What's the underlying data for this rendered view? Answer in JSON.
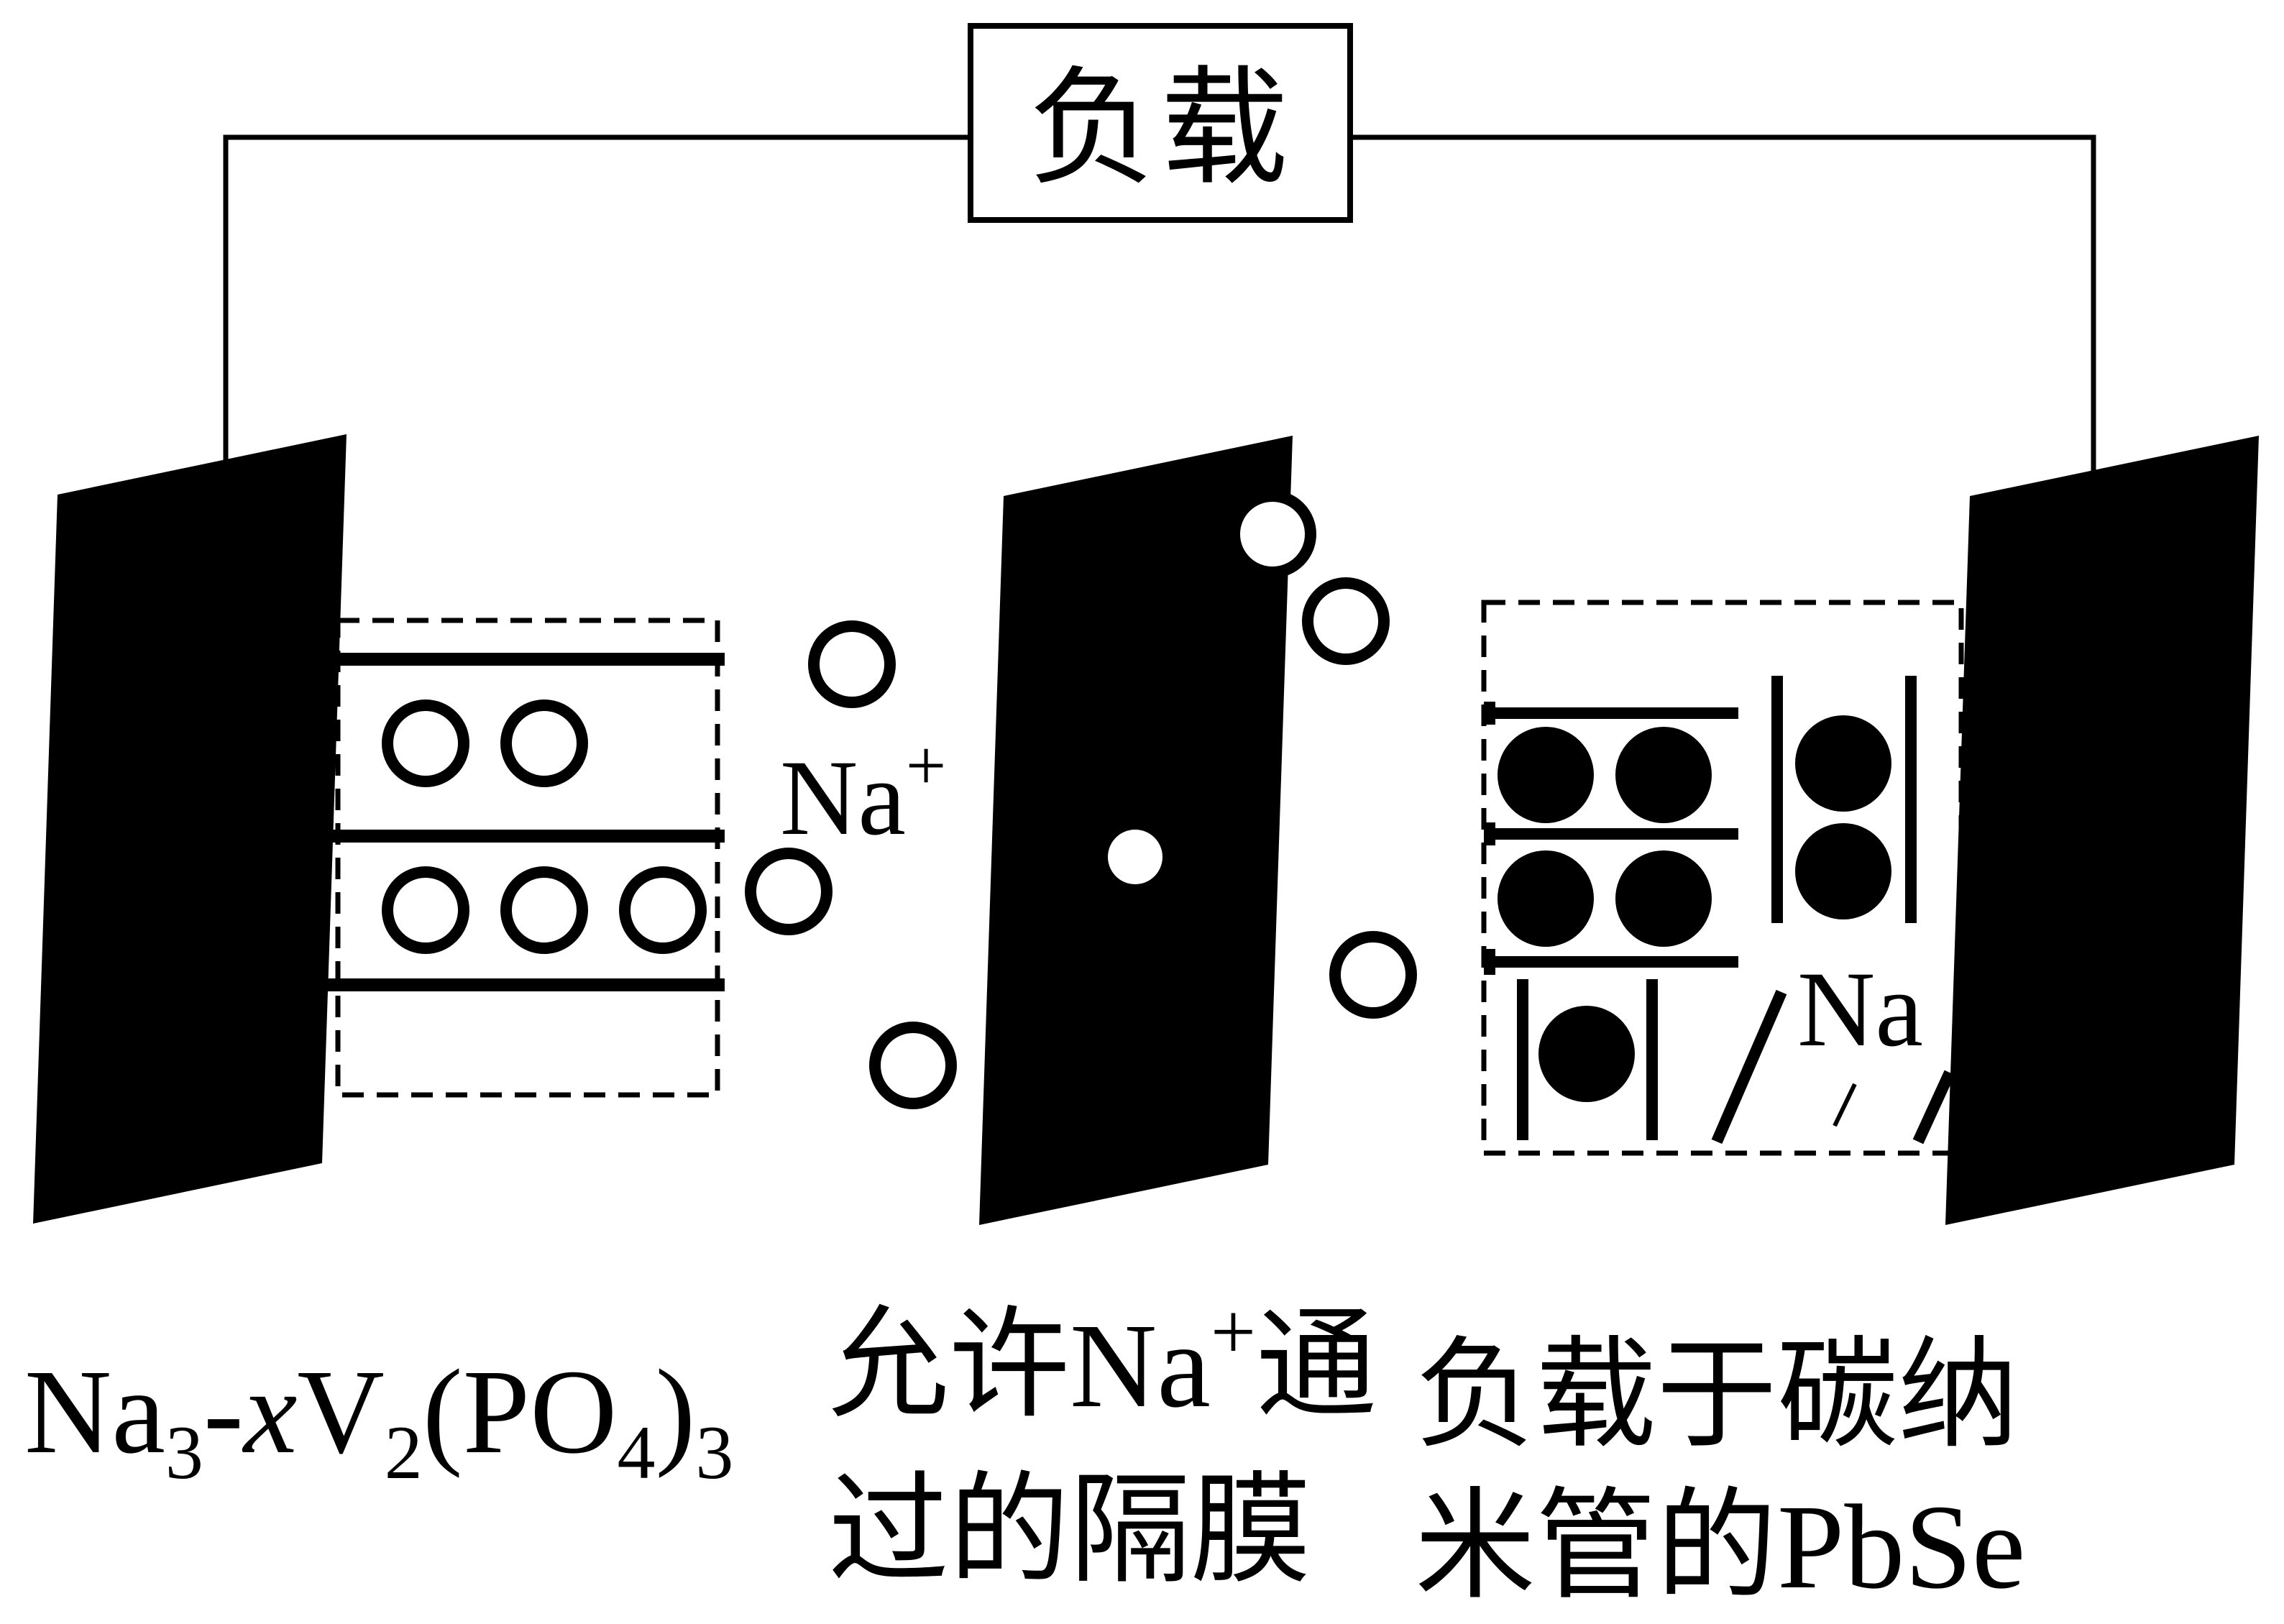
{
  "load": {
    "label": "负载"
  },
  "ion_labels": {
    "middle": "Na",
    "middle_sup": "+",
    "right": "Na"
  },
  "captions": {
    "left": {
      "base1": "Na",
      "sub1": "3",
      "dash": "-",
      "x": "x",
      "v": "V",
      "sub2": "2",
      "paren_open": "(PO",
      "sub3": "4",
      "paren_close": ")",
      "sub4": "3"
    },
    "middle": {
      "line1_a": "允许Na",
      "line1_sup": "+",
      "line1_b": "通",
      "line2": "过的隔膜"
    },
    "right": {
      "line1": "负载于碳纳",
      "line2": "米管的PbSe"
    }
  },
  "colors": {
    "ink": "#000000",
    "paper": "#ffffff"
  }
}
